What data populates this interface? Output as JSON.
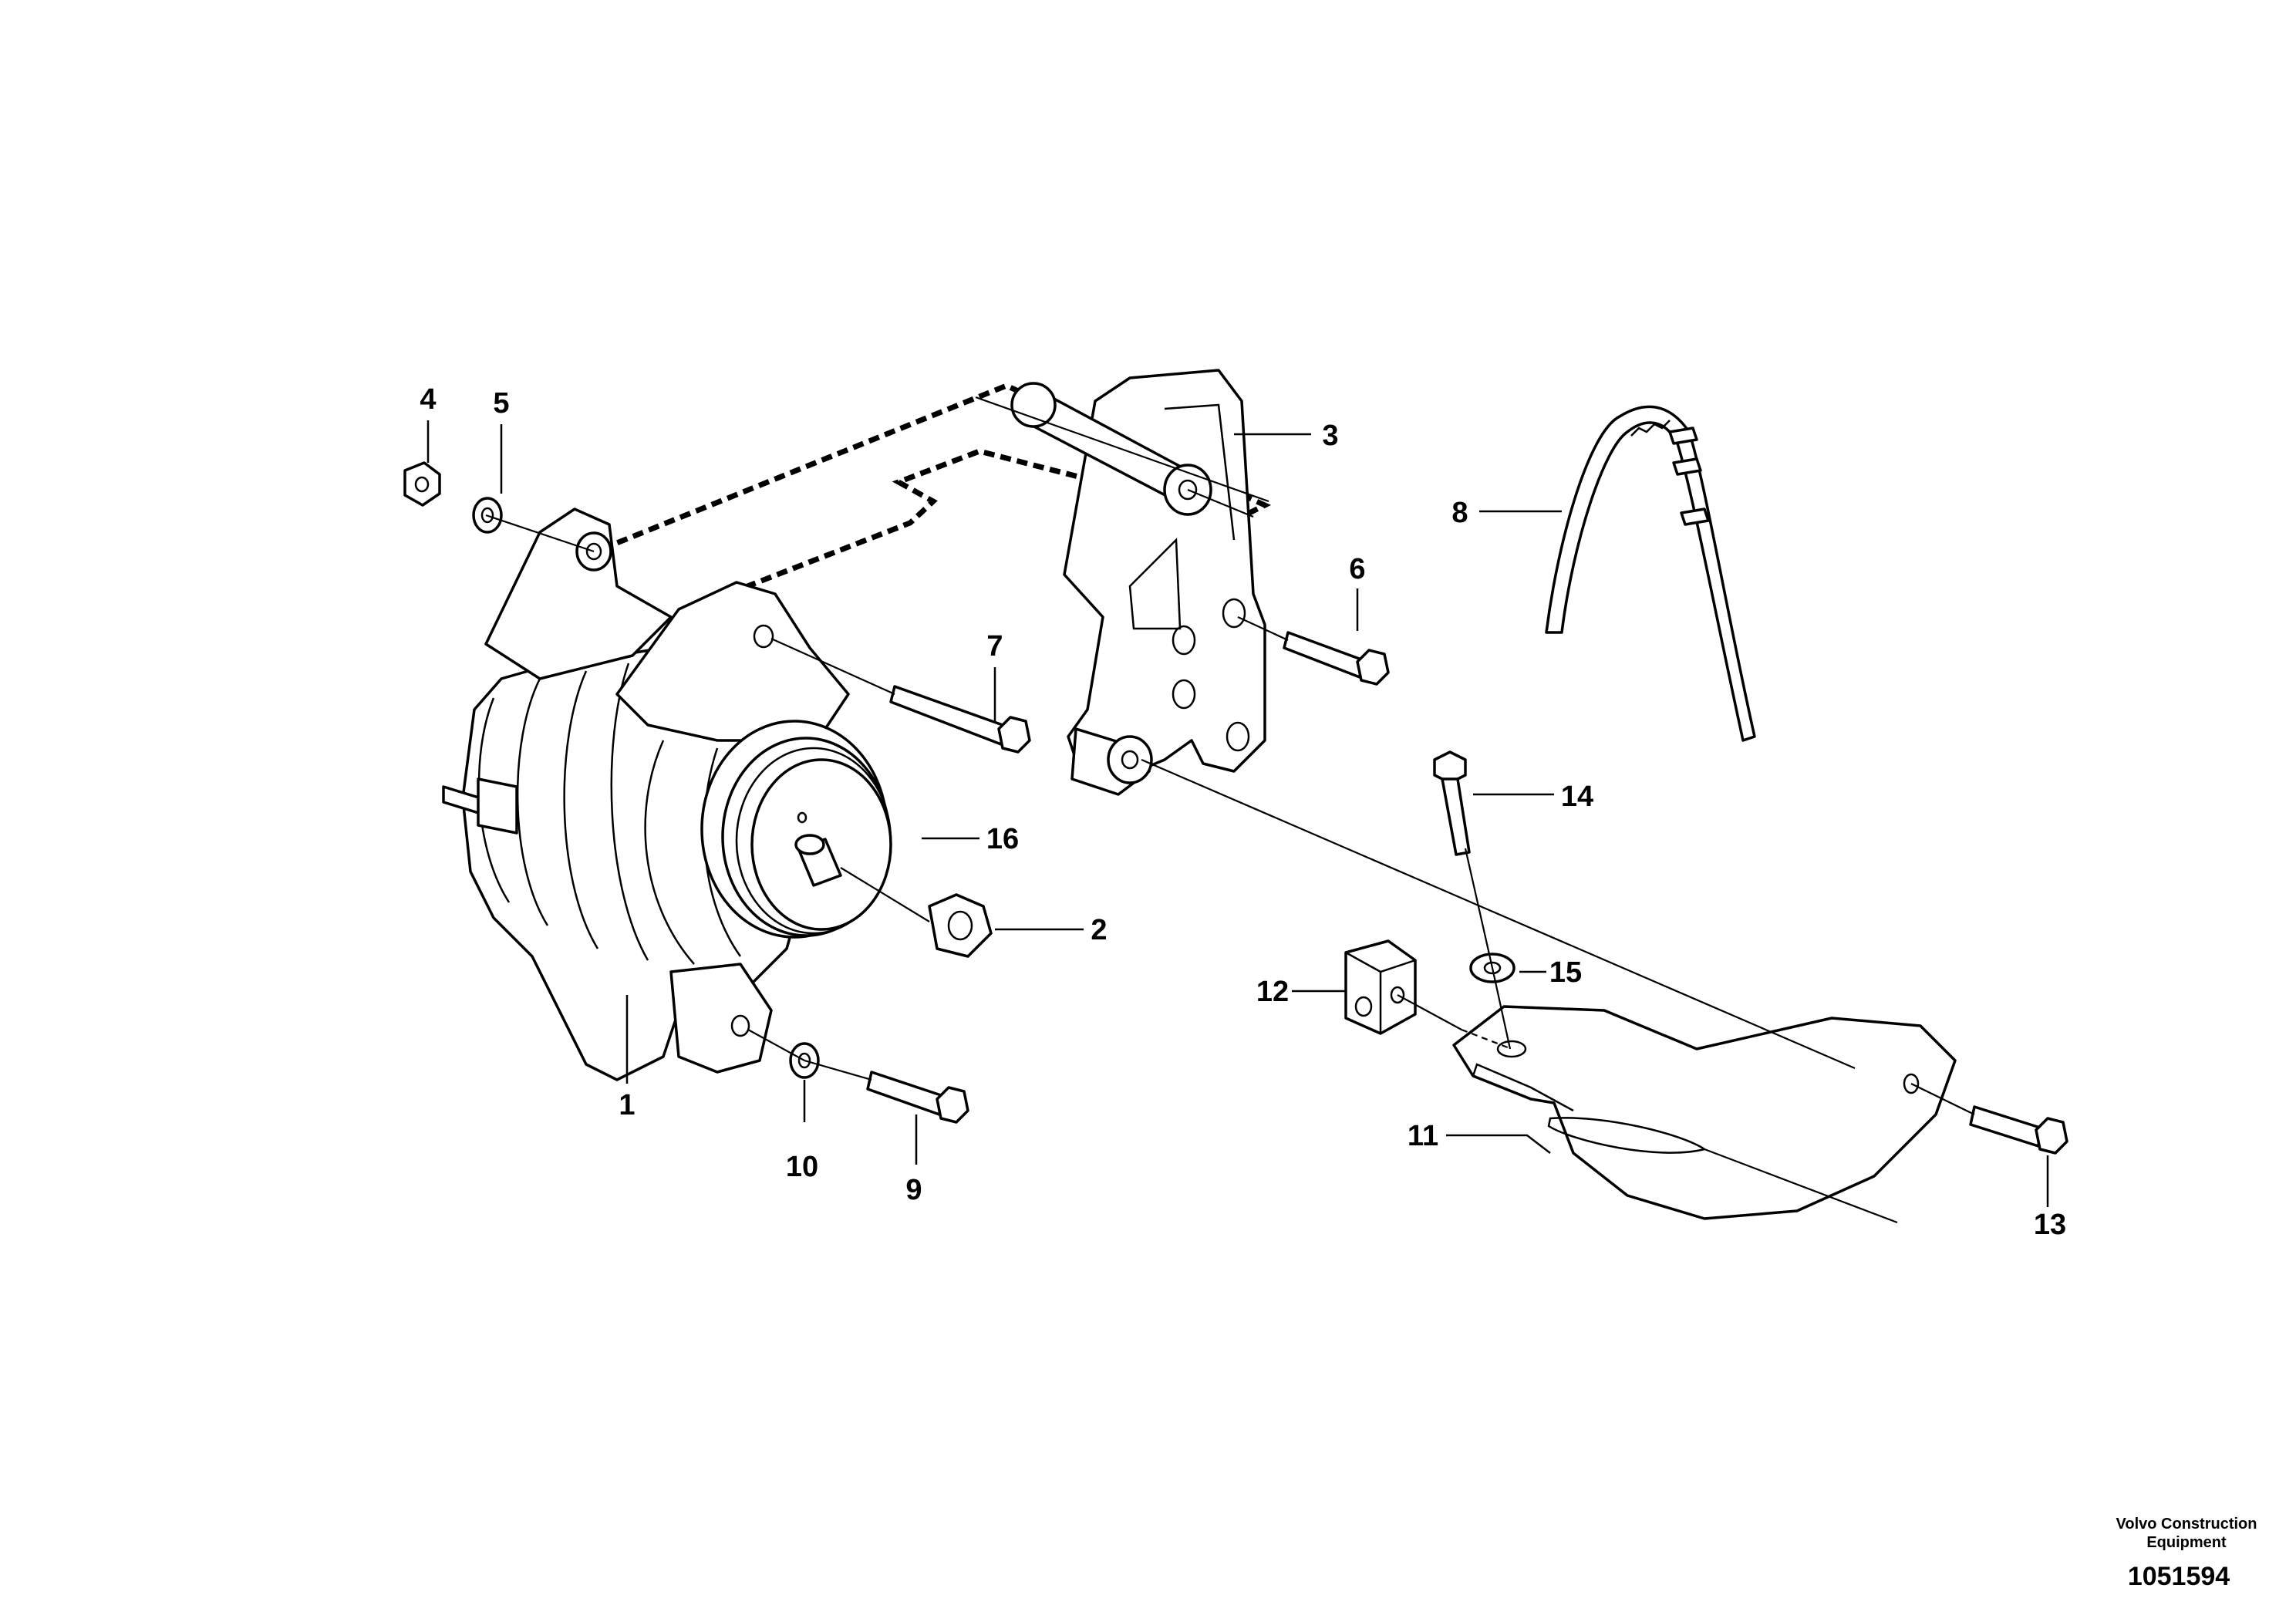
{
  "callouts": {
    "c1": "1",
    "c2": "2",
    "c3": "3",
    "c4": "4",
    "c5": "5",
    "c6": "6",
    "c7": "7",
    "c8": "8",
    "c9": "9",
    "c10": "10",
    "c11": "11",
    "c12": "12",
    "c13": "13",
    "c14": "14",
    "c15": "15",
    "c16": "16"
  },
  "brand": {
    "line1": "Volvo Construction",
    "line2": "Equipment"
  },
  "document_number": "1051594"
}
